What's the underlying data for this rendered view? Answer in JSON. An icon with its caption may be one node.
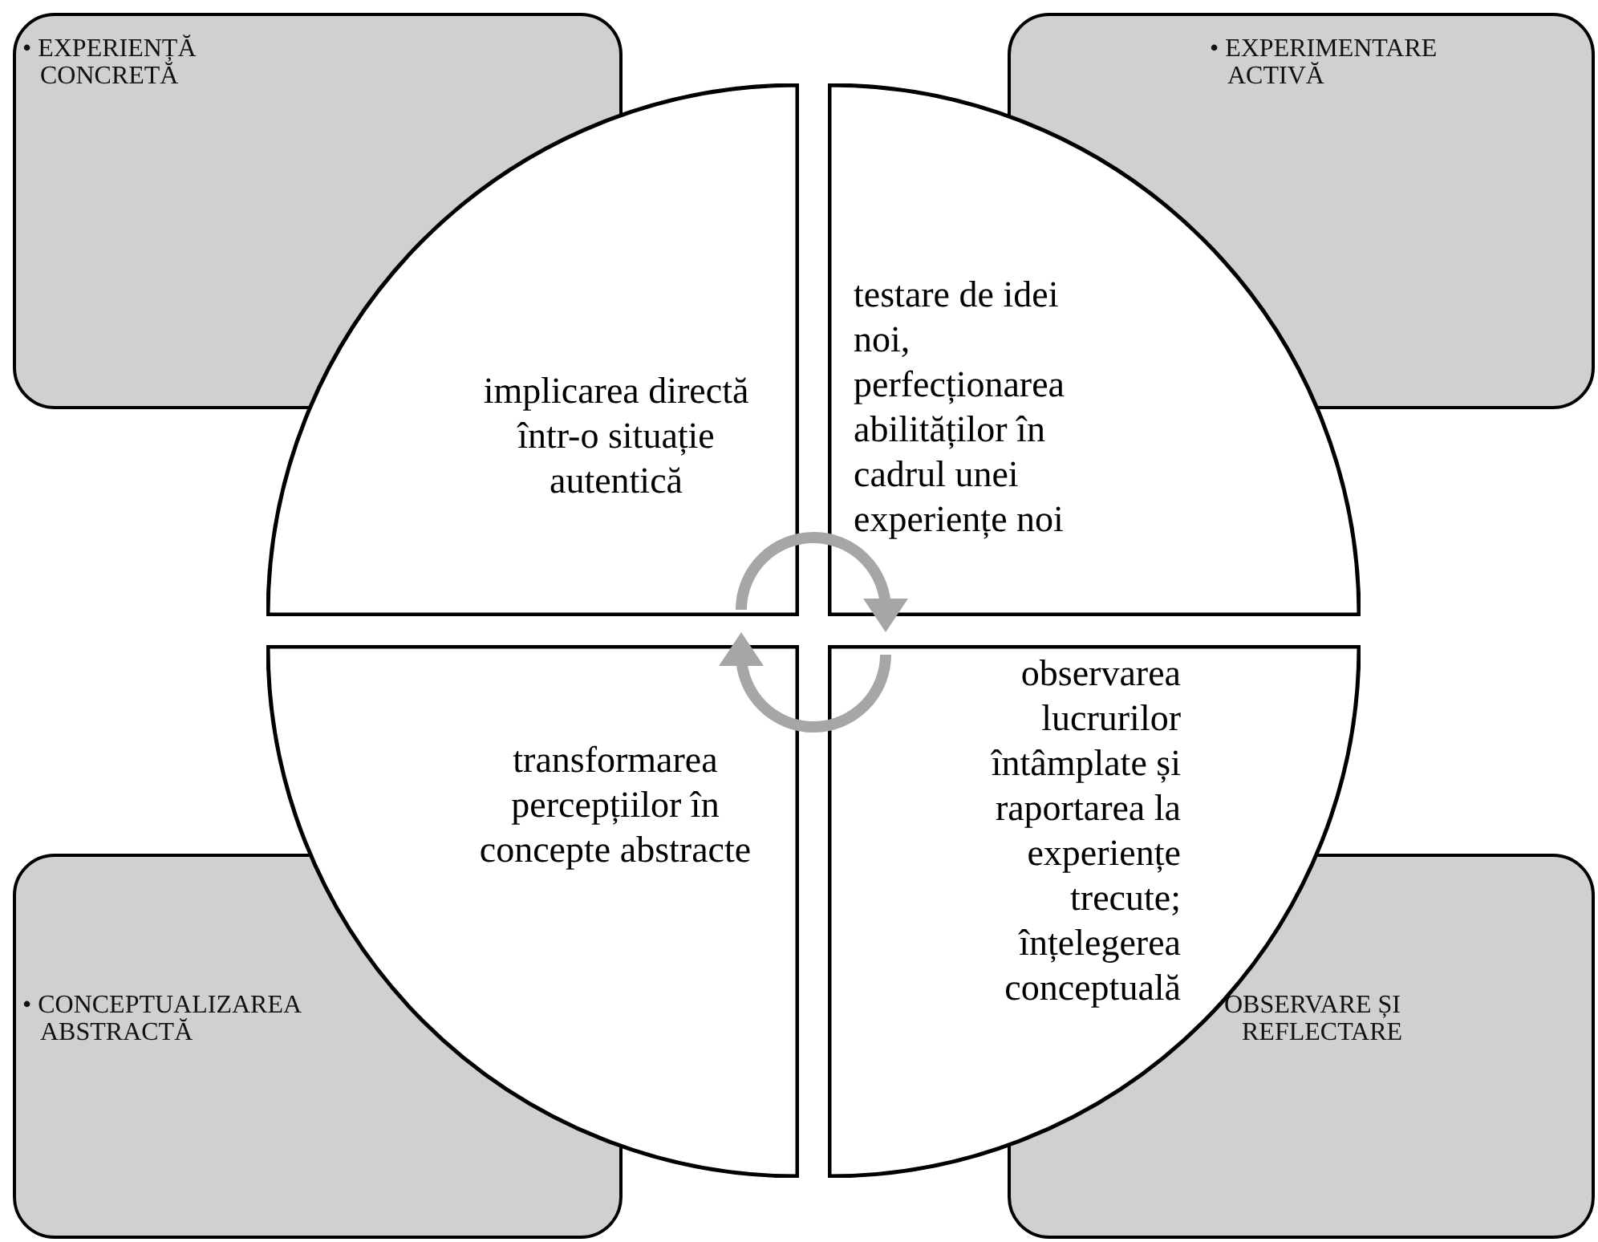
{
  "diagram": {
    "nodes": [
      {
        "text": [
          "• EXPERIENȚĂ CONCRETĂ"
        ]
      },
      {
        "text": [
          "• EXPERIMENTARE ACTIVĂ"
        ]
      },
      {
        "text": [
          "implicarea directă într-o situație autentică"
        ]
      },
      {
        "text": [
          "testare de idei noi, perfecționarea abilităților în cadrul unei experiențe noi"
        ]
      },
      {
        "text": [
          "transformarea percepțiilor în concepte abstracte"
        ]
      },
      {
        "text": [
          "observarea lucrurilor întâmplate și raportarea la experiențe trecute; înțelegerea conceptuală"
        ]
      },
      {
        "text": [
          "• CONCEPTUALIZAREA ABSTRACTĂ"
        ]
      },
      {
        "text": [
          "OBSERVARE ȘI REFLECTARE"
        ]
      }
    ],
    "edges": [
      {
        "from": 2,
        "to": 3,
        "arrow": "to"
      },
      {
        "from": 5,
        "to": 4,
        "arrow": "to"
      }
    ]
  }
}
